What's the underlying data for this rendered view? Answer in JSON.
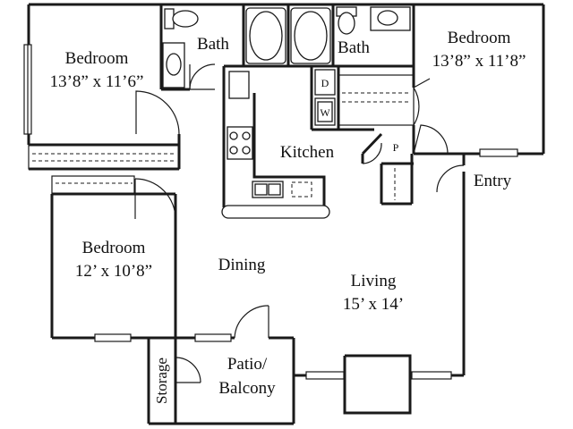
{
  "rooms": {
    "bedroom_left": {
      "name": "Bedroom",
      "size": "13’8” x 11’6”"
    },
    "bath_left": {
      "name": "Bath"
    },
    "bath_right": {
      "name": "Bath"
    },
    "bedroom_right": {
      "name": "Bedroom",
      "size": "13’8” x 11’8”"
    },
    "kitchen": {
      "name": "Kitchen"
    },
    "entry": {
      "name": "Entry"
    },
    "bedroom_lower": {
      "name": "Bedroom",
      "size": "12’ x 10’8”"
    },
    "dining": {
      "name": "Dining"
    },
    "living": {
      "name": "Living",
      "size": "15’ x 14’"
    },
    "storage": {
      "name": "Storage"
    },
    "patio": {
      "name": "Patio/",
      "name2": "Balcony"
    }
  },
  "appliances": {
    "dryer": "D",
    "washer": "W",
    "pantry": "P"
  }
}
